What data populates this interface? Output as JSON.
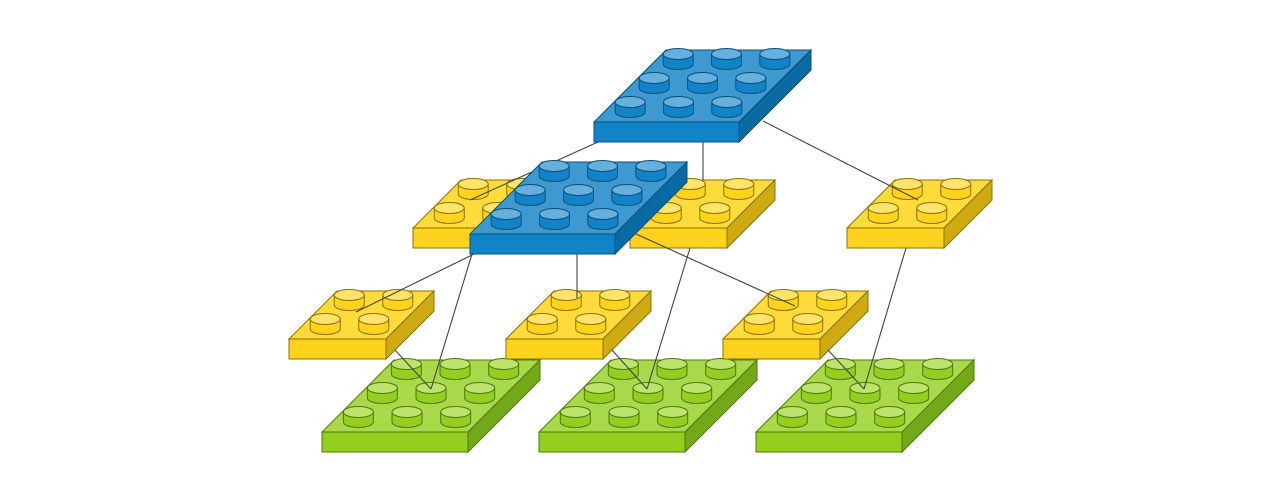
{
  "diagram": {
    "brick_colors": {
      "blue": {
        "top": "#3d99cf",
        "front": "#1184c7",
        "side": "#0a6aa4",
        "stud_top": "#66b0de",
        "stroke": "#0c4f7c"
      },
      "yellow": {
        "top": "#ffdb3c",
        "front": "#ffd21e",
        "side": "#cfaa12",
        "stud_top": "#ffe36a",
        "stroke": "#8a7300"
      },
      "green": {
        "top": "#a9d84b",
        "front": "#94cf1f",
        "side": "#73a819",
        "stud_top": "#bde36c",
        "stroke": "#4c7a10"
      }
    },
    "connector_color": "#444444",
    "bricks": [
      {
        "id": "top-blue",
        "color": "blue",
        "studs": "3x3"
      },
      {
        "id": "mid-yellow-1",
        "color": "yellow",
        "studs": "2x2"
      },
      {
        "id": "mid-yellow-2",
        "color": "yellow",
        "studs": "2x2"
      },
      {
        "id": "mid-yellow-3",
        "color": "yellow",
        "studs": "2x2"
      },
      {
        "id": "mid-blue",
        "color": "blue",
        "studs": "3x3"
      },
      {
        "id": "low-yellow-1",
        "color": "yellow",
        "studs": "2x2"
      },
      {
        "id": "low-yellow-2",
        "color": "yellow",
        "studs": "2x2"
      },
      {
        "id": "low-yellow-3",
        "color": "yellow",
        "studs": "2x2"
      },
      {
        "id": "base-green-1",
        "color": "green",
        "studs": "3x3"
      },
      {
        "id": "base-green-2",
        "color": "green",
        "studs": "3x3"
      },
      {
        "id": "base-green-3",
        "color": "green",
        "studs": "3x3"
      }
    ]
  }
}
